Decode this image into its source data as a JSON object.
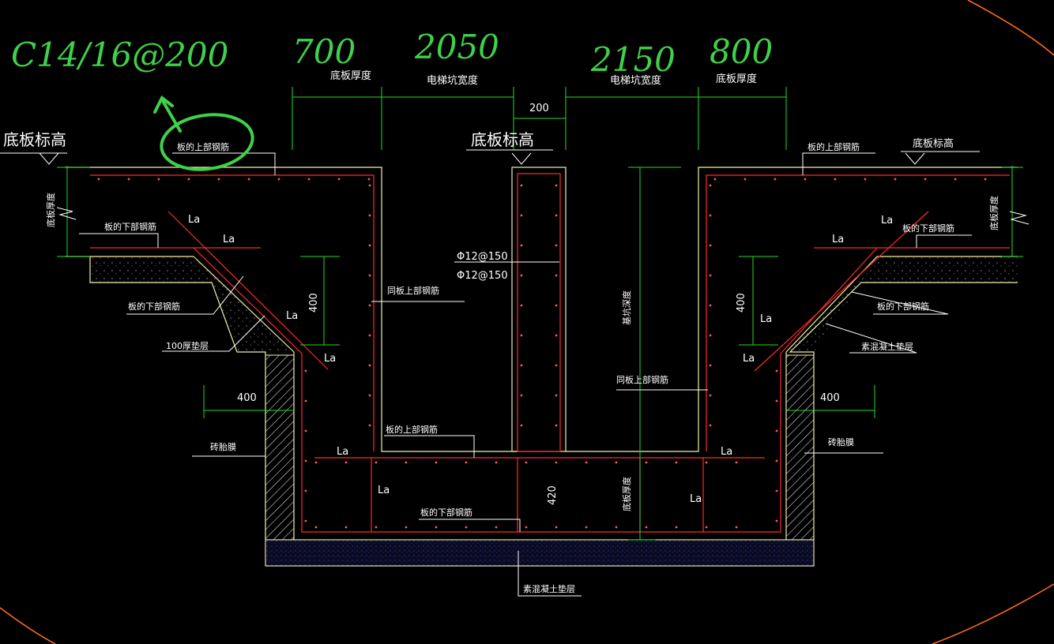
{
  "handwriting": {
    "spec": "C14/16@200",
    "v700": "700",
    "v2050": "2050",
    "v2150": "2150",
    "v800": "800"
  },
  "labels": {
    "base_thickness": "底板厚度",
    "pit_width": "电梯坑宽度",
    "dim_200": "200",
    "base_elev": "底板标高",
    "slab_top_rebar": "板的上部钢筋",
    "slab_bottom_rebar": "板的下部钢筋",
    "la": "La",
    "dim_400": "400",
    "dim_420": "420",
    "cushion_100": "100厚垫层",
    "same_top_rebar": "同板上部钢筋",
    "rebar_phi": "Φ12@150",
    "pit_depth": "基坑深度",
    "brick_mold": "砖胎膜",
    "plain_concrete": "素混凝土垫层"
  },
  "colors": {
    "background": "#000000",
    "outline": "#f4f1a8",
    "rebar": "#ff2a2a",
    "dimension": "#22dd22",
    "text": "#ffffff",
    "handwriting": "#3fd14a",
    "arc": "#ff6a1a",
    "leader": "#ffffff"
  }
}
